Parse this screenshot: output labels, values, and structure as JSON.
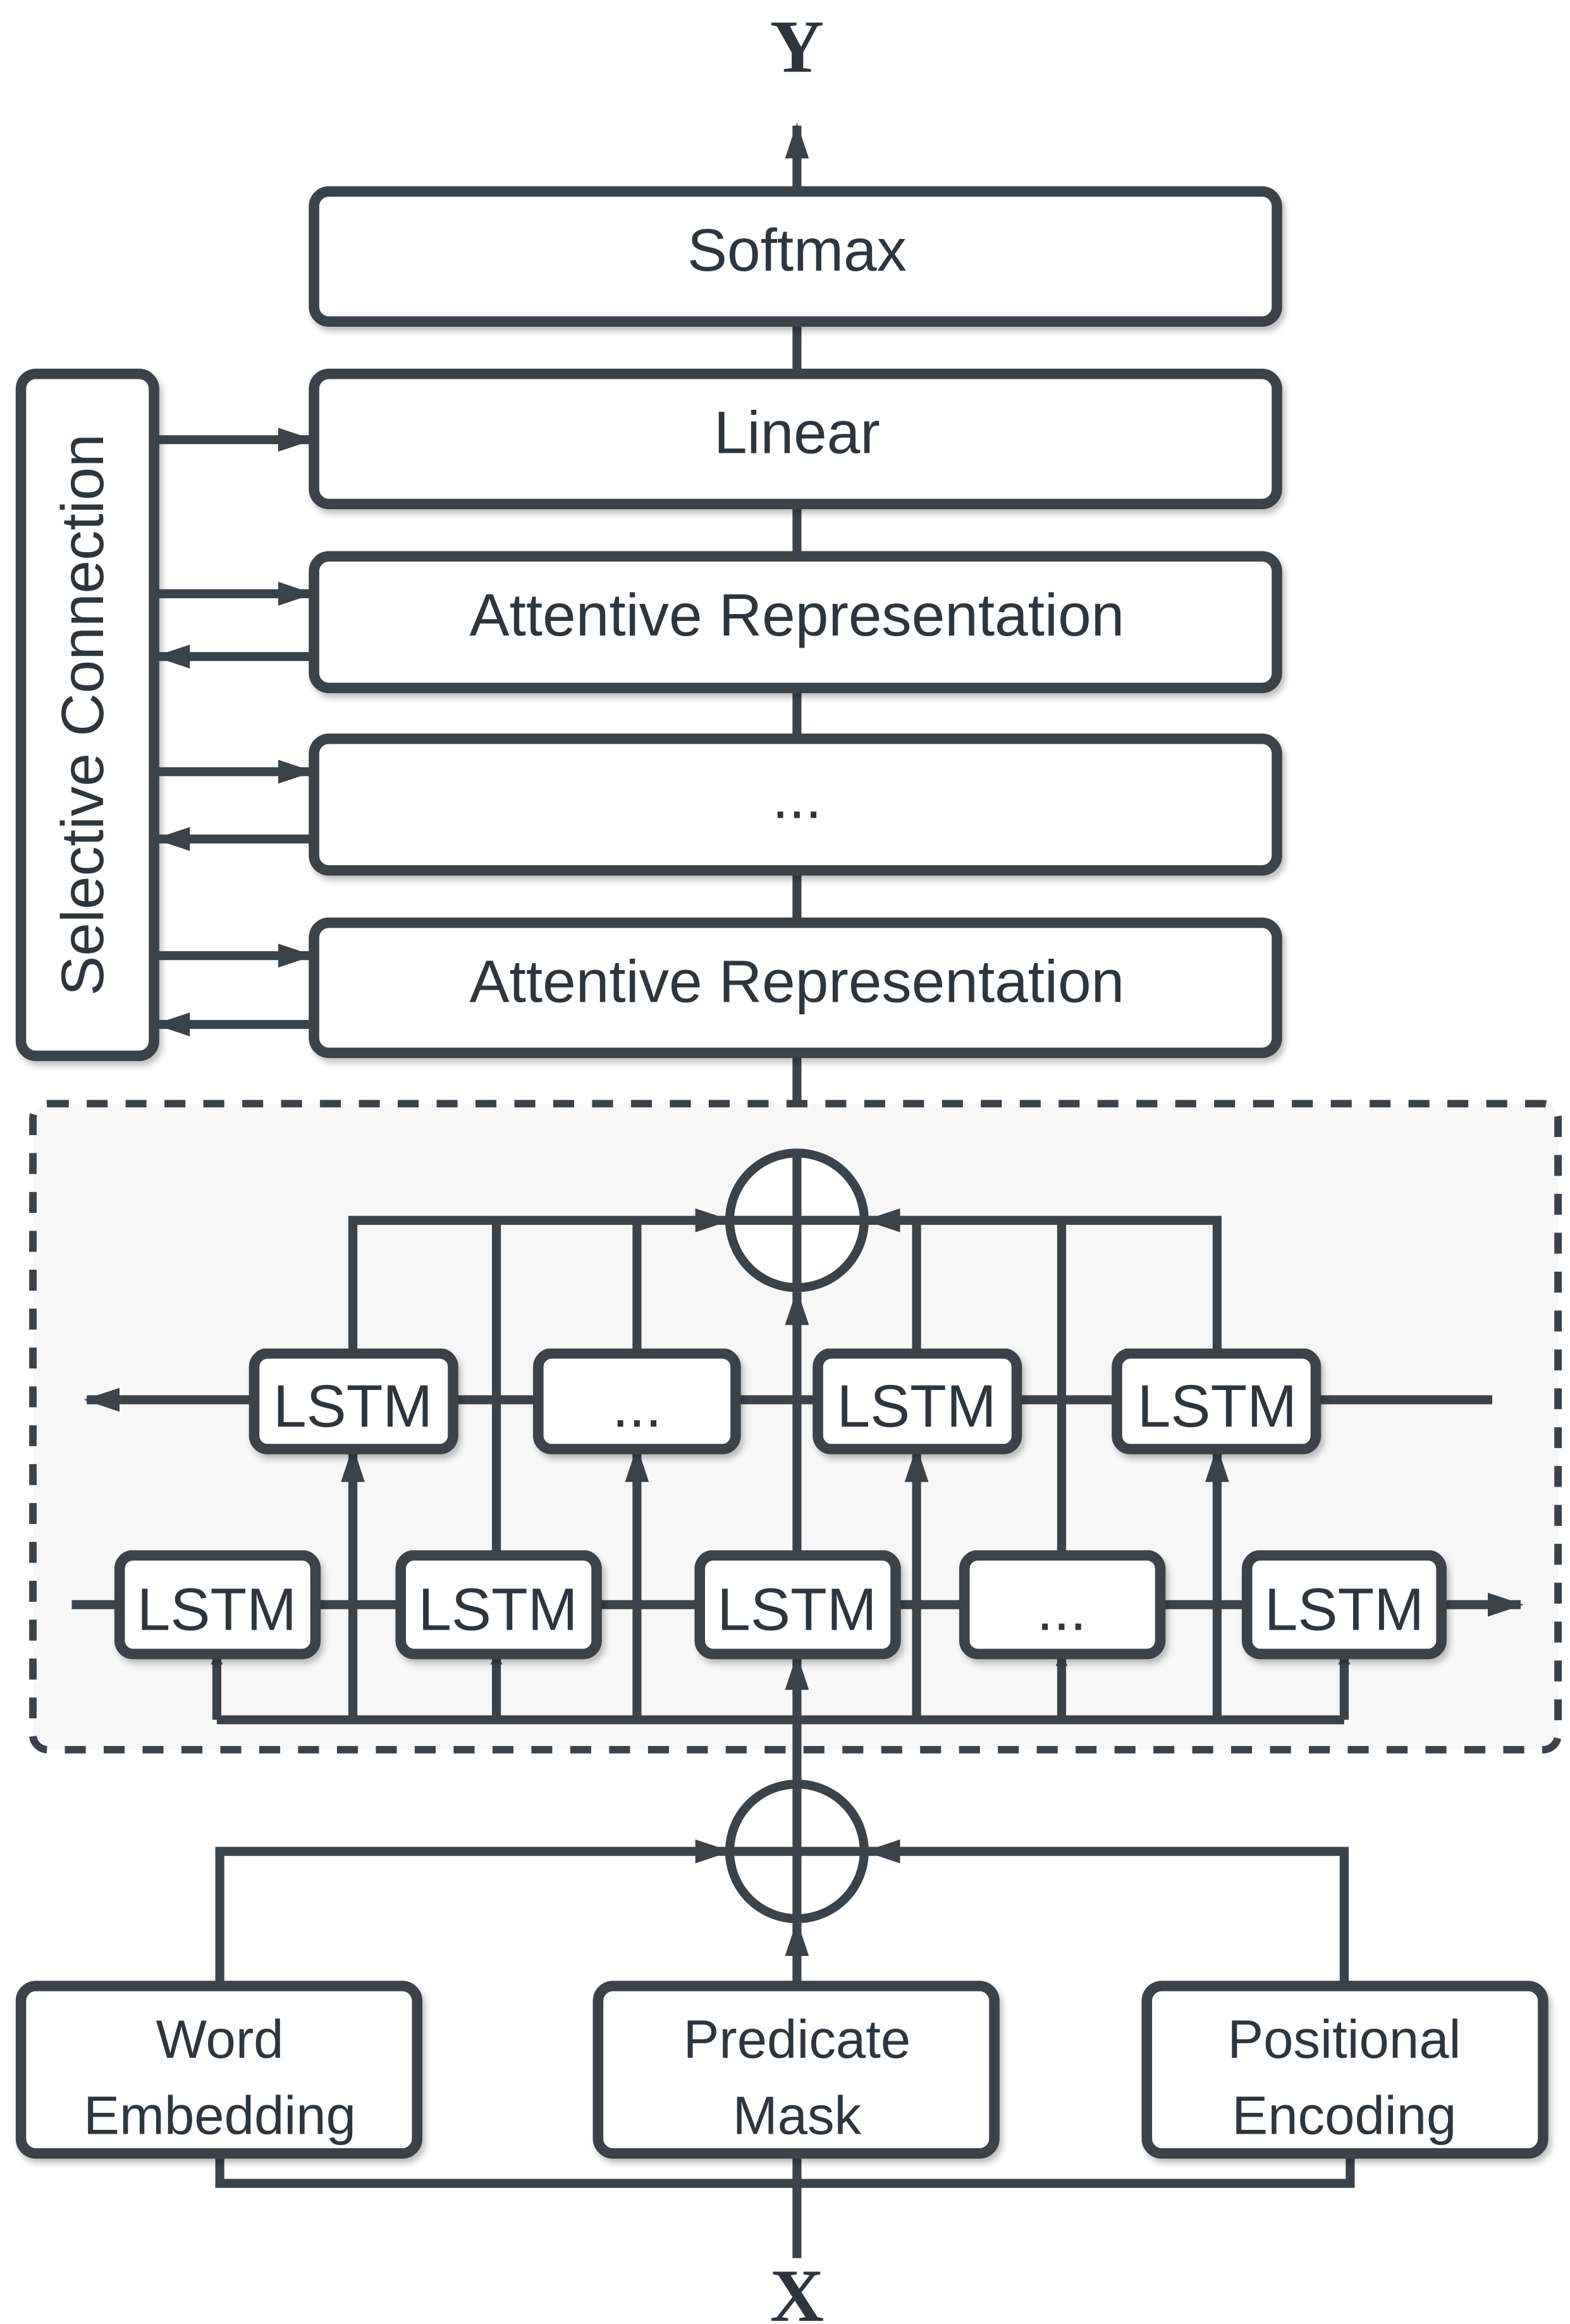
{
  "output_label": "Y",
  "input_label": "X",
  "softmax_label": "Softmax",
  "linear_label": "Linear",
  "attentive_top_label": "Attentive Representation",
  "ellipsis_layer_label": "...",
  "attentive_bottom_label": "Attentive Representation",
  "selective_label": "Selective Connection",
  "lstm_label": "LSTM",
  "ellipsis_label": "...",
  "inputs": {
    "word": [
      "Word",
      "Embedding"
    ],
    "predicate": [
      "Predicate",
      "Mask"
    ],
    "positional": [
      "Positional",
      "Encoding"
    ]
  },
  "colors": {
    "stroke": "#3c4249",
    "text": "#2f353c",
    "panel_fill": "#f7f7f7"
  }
}
